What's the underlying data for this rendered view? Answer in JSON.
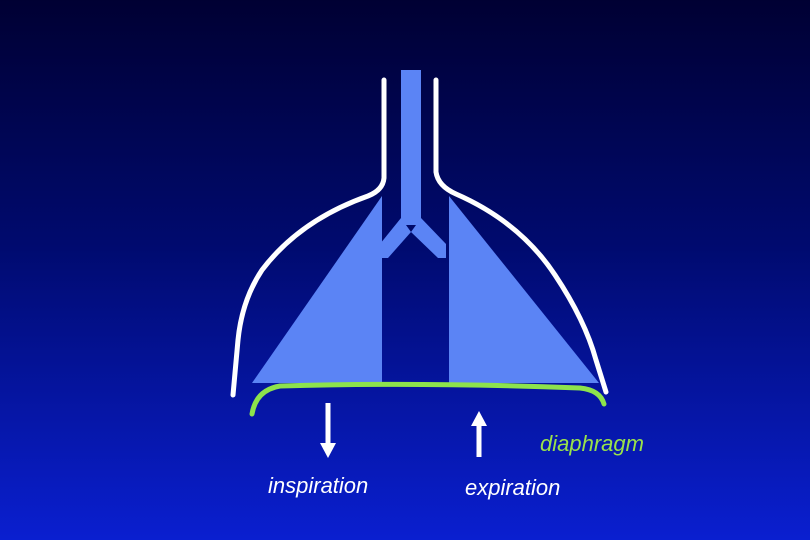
{
  "labels": {
    "diaphragm": "diaphragm",
    "inspiration": "inspiration",
    "expiration": "expiration"
  },
  "colors": {
    "background_top": "#000033",
    "background_bottom": "#0a1fd0",
    "lung": "#5b84f5",
    "thoracic_wall": "#ffffff",
    "diaphragm": "#8de34c",
    "arrows": "#ffffff"
  }
}
